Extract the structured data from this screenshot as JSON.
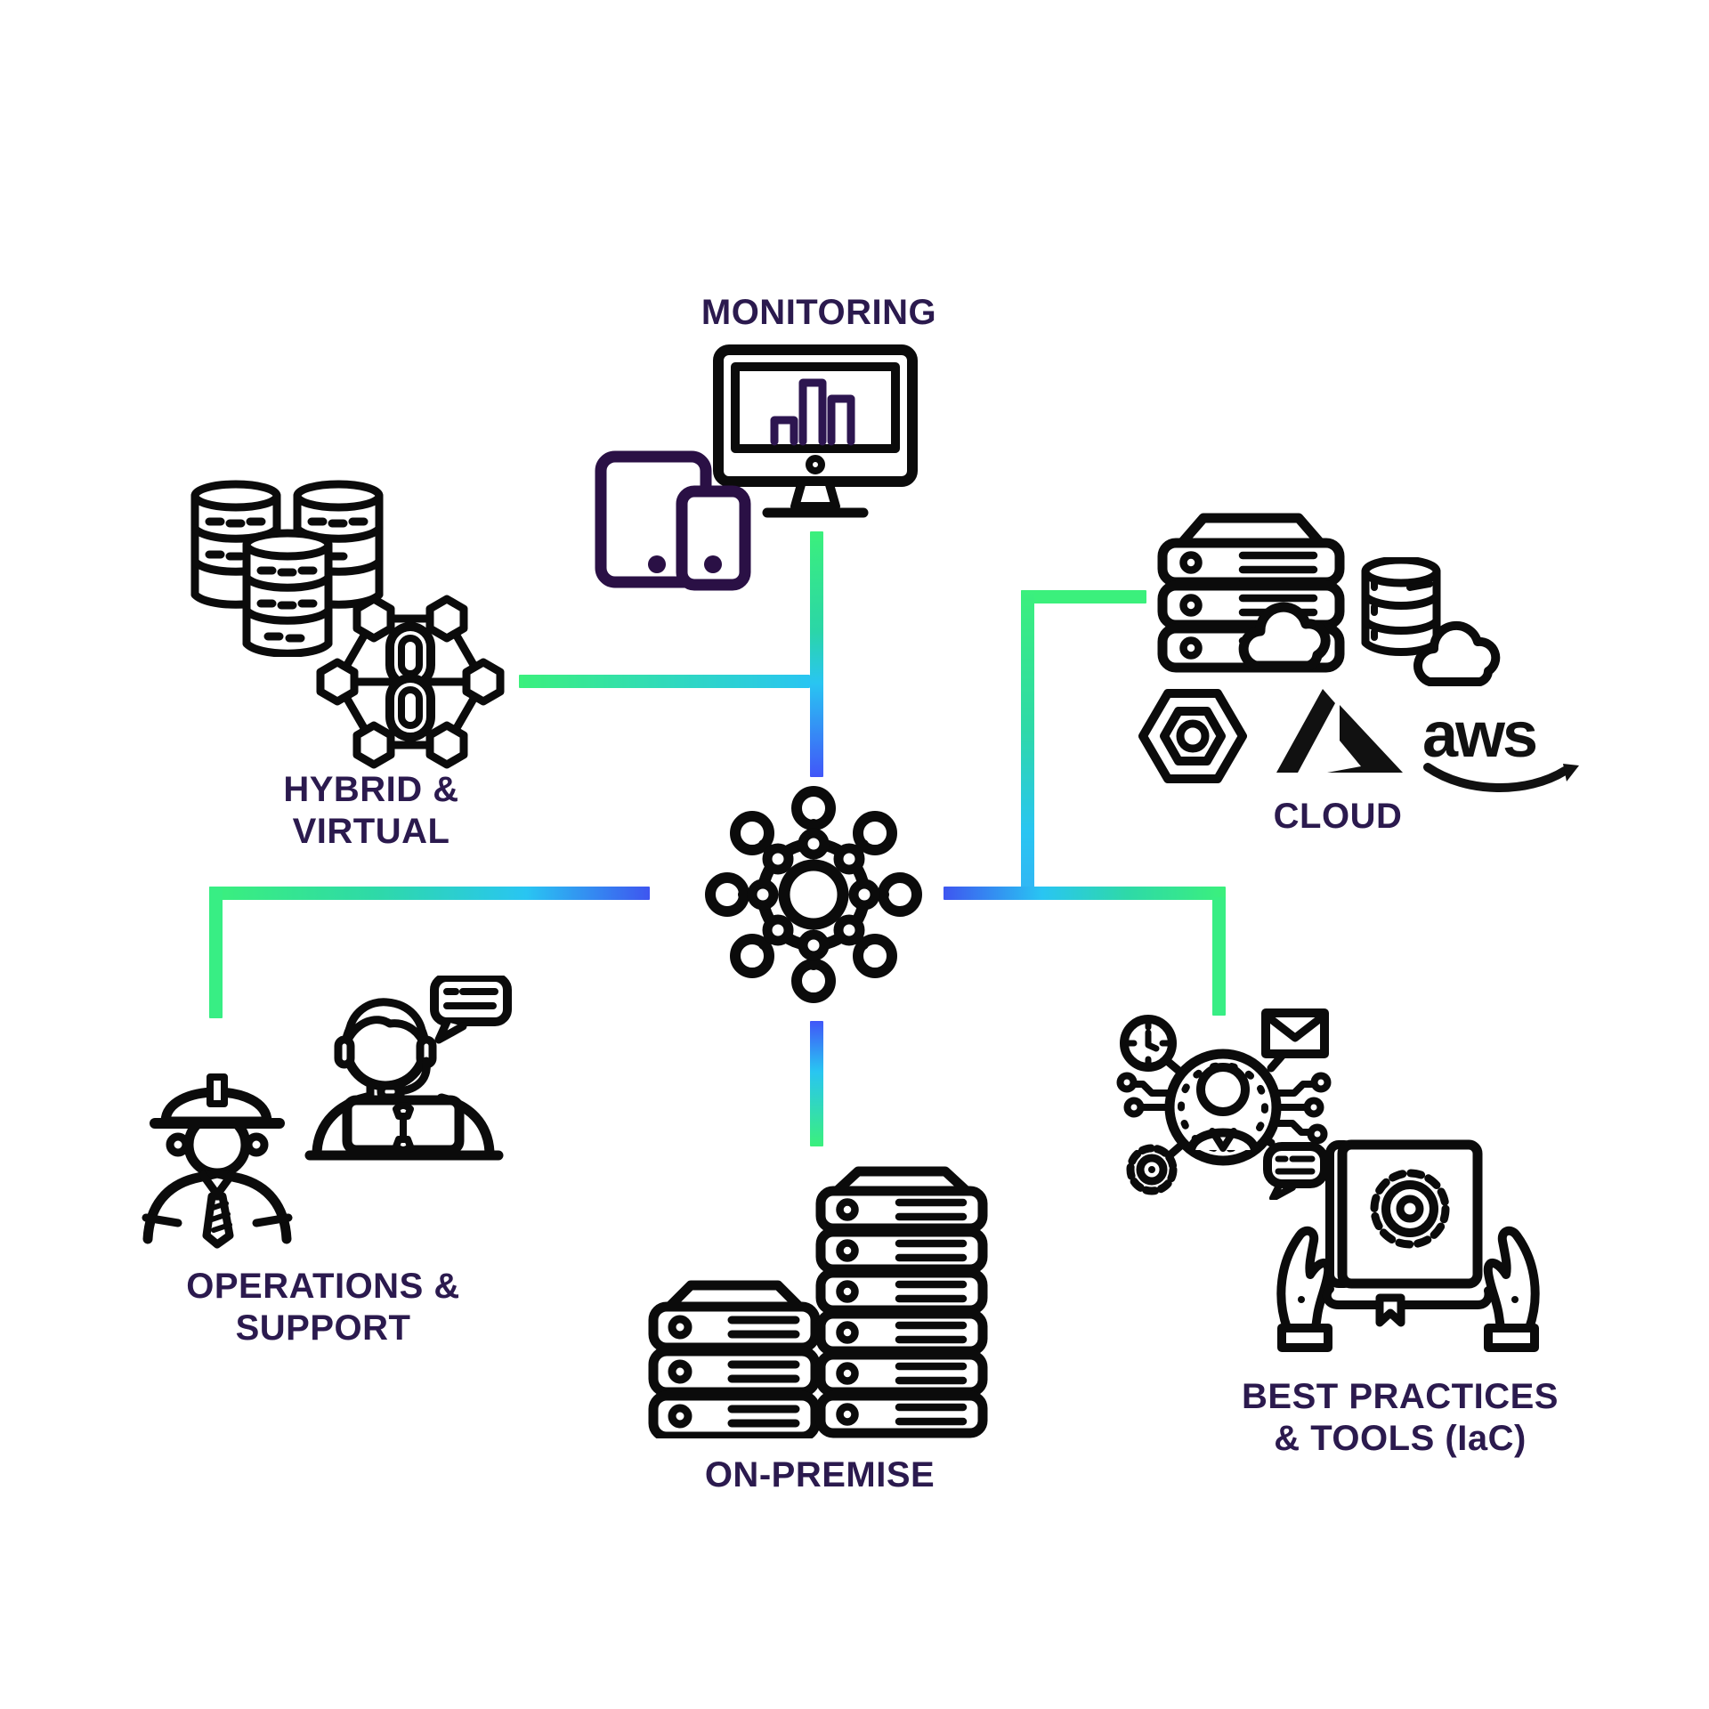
{
  "diagram": {
    "center": {
      "icon": "hub-network"
    },
    "monitoring": {
      "label": "MONITORING"
    },
    "hybrid_virtual": {
      "label_line1": "HYBRID &",
      "label_line2": "VIRTUAL"
    },
    "cloud": {
      "label": "CLOUD",
      "aws_logo_text": "aws"
    },
    "operations_support": {
      "label_line1": "OPERATIONS &",
      "label_line2": "SUPPORT"
    },
    "on_premise": {
      "label": "ON-PREMISE"
    },
    "best_practices": {
      "label_line1": "BEST PRACTICES",
      "label_line2": "& TOOLS (IaC)"
    }
  },
  "colors": {
    "background": "#ffffff",
    "label_text": "#2b1a4e",
    "icon_stroke": "#0b0b0b",
    "device_purple": "#2a1045",
    "chart_bar_purple": "#2d1650",
    "line_green": "#3BF07C",
    "line_teal": "#2ED9A8",
    "line_cyan": "#29C5F2",
    "line_blue": "#4156F8"
  }
}
